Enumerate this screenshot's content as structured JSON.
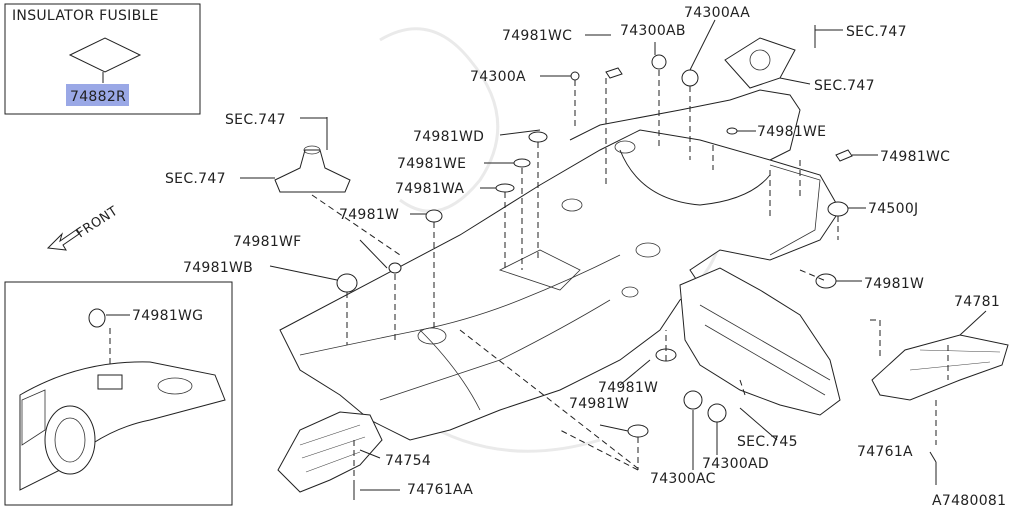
{
  "inset_top": {
    "title": "INSULATOR FUSIBLE",
    "part": "74882R"
  },
  "inset_bottom": {
    "part": "74981WG"
  },
  "front_label": "FRONT",
  "labels": {
    "l_74981wc_top": "74981WC",
    "l_74300ab": "74300AB",
    "l_74300aa": "74300AA",
    "l_sec747_tr": "SEC.747",
    "l_sec747_tr2": "SEC.747",
    "l_74300a": "74300A",
    "l_sec747_l1": "SEC.747",
    "l_sec747_l2": "SEC.747",
    "l_74981wd": "74981WD",
    "l_74981we_c": "74981WE",
    "l_74981wa": "74981WA",
    "l_74981we_r": "74981WE",
    "l_74981wc_r": "74981WC",
    "l_74981w_l": "74981W",
    "l_74500j": "74500J",
    "l_74981wf": "74981WF",
    "l_74981wb": "74981WB",
    "l_74981w_r": "74981W",
    "l_74781": "74781",
    "l_74981w_c1": "74981W",
    "l_74981w_c2": "74981W",
    "l_sec745": "SEC.745",
    "l_74754": "74754",
    "l_74761a": "74761A",
    "l_74300ad": "74300AD",
    "l_74300ac": "74300AC",
    "l_74761aa": "74761AA"
  },
  "diagram_code": "A7480081",
  "colors": {
    "highlight": "#9aa8e6",
    "line": "#222222"
  }
}
